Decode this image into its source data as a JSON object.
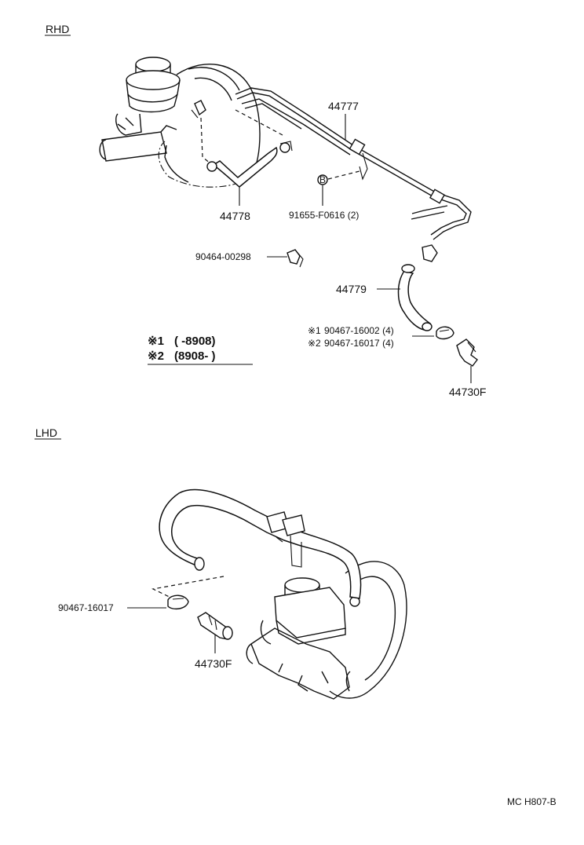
{
  "sections": {
    "rhd": "RHD",
    "lhd": "LHD"
  },
  "rhd_parts": {
    "p44777": "44777",
    "p44778": "44778",
    "p91655": "91655-F0616 (2)",
    "p90464": "90464-00298",
    "p44779": "44779",
    "p90467a": "90467-16002 (4)",
    "p90467b": "90467-16017 (4)",
    "p44730f": "44730F"
  },
  "notes": {
    "mark1": "※1",
    "mark2": "※2",
    "legend1_mark": "※1",
    "legend1_range": "(      -8908)",
    "legend2_mark": "※2",
    "legend2_range": "(8908-       )"
  },
  "lhd_parts": {
    "p90467": "90467-16017",
    "p44730f": "44730F"
  },
  "footer": {
    "code": "MC  H807-B"
  }
}
